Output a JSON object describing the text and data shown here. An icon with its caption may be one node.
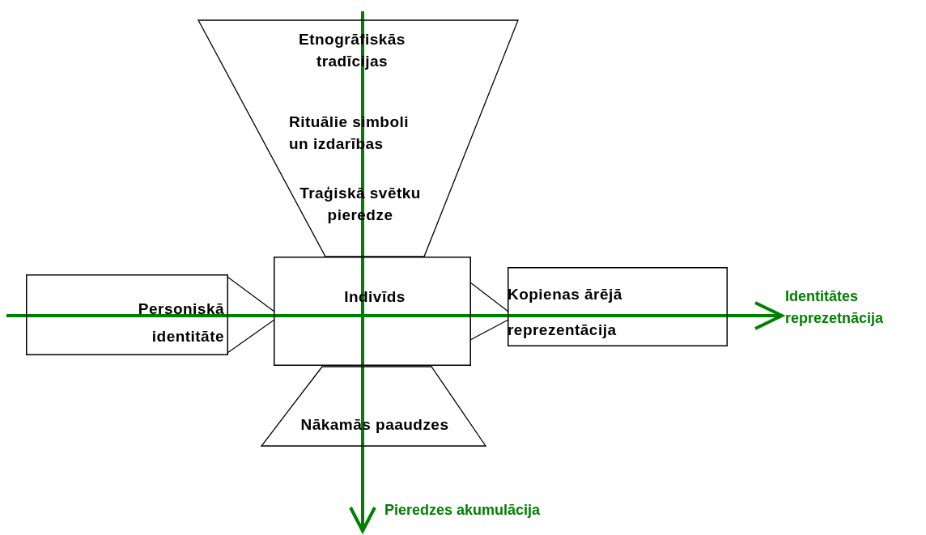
{
  "diagram": {
    "nodes": [
      {
        "text": [
          "Etnogrāfiskās tradīcijas",
          "Rituālie simboli un izdarības",
          "Traģiskā svētku pieredze"
        ]
      },
      {
        "text": [
          "Personiskā identitāte"
        ]
      },
      {
        "text": [
          "Indivīds"
        ]
      },
      {
        "text": [
          "Kopienas ārējā reprezentācija"
        ]
      },
      {
        "text": [
          "Nākamās paaudzes"
        ]
      }
    ],
    "edges": [
      {
        "from": 1,
        "to": 2,
        "arrow": "none"
      },
      {
        "from": 1,
        "to": 2,
        "arrow": "none"
      },
      {
        "from": 2,
        "to": 3,
        "arrow": "none"
      },
      {
        "from": 2,
        "to": 3,
        "arrow": "none"
      }
    ],
    "labels": [
      "Identitātes reprezetnācija",
      "Pieredzes akumulācija"
    ]
  }
}
